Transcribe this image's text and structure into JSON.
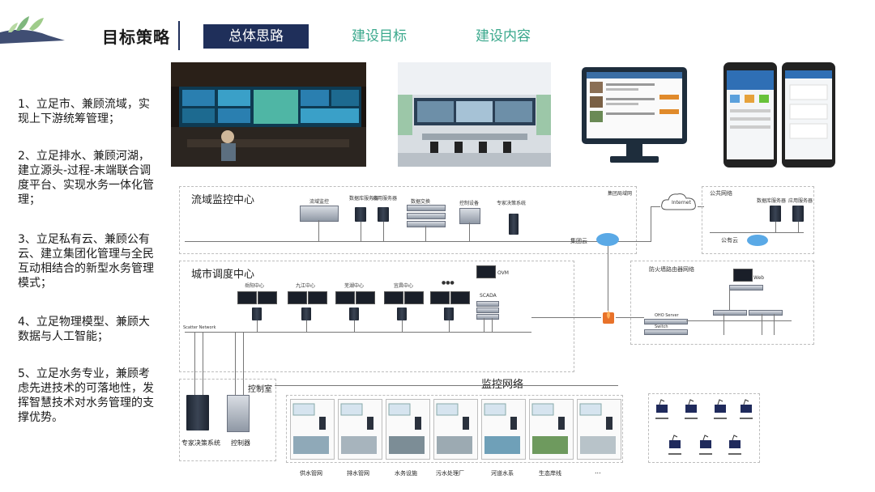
{
  "header": {
    "title": "目标策略",
    "tabs": [
      "总体思路",
      "建设目标",
      "建设内容"
    ]
  },
  "points": [
    "1、立足市、兼顾流域，实现上下游统筹管理；",
    "2、立足排水、兼顾河湖，建立源头-过程-末端联合调度平台、实现水务一体化管理；",
    "3、立足私有云、兼顾公有云、建立集团化管理与全民互动相结合的新型水务管理模式；",
    "4、立足物理模型、兼顾大数据与人工智能；",
    "5、立足水务专业，兼顾考虑先进技术的可落地性，发挥智慧技术对水务管理的支撑优势。"
  ],
  "diagram": {
    "basin": {
      "title": "流域监控中心",
      "lan": "集团局域网",
      "items": [
        "流域监控",
        "数据库服务器",
        "应用服务器",
        "数据交换",
        "控制设备",
        "专家决策系统"
      ],
      "cloud": "集团云"
    },
    "internet": "Internet",
    "public": {
      "title": "公共网络",
      "items": [
        "数据库服务器",
        "应用服务器"
      ],
      "cloud": "公有云"
    },
    "city": {
      "title": "城市调度中心",
      "centers": [
        "岳阳中心",
        "九江中心",
        "芜湖中心",
        "宜昌中心",
        "●●●"
      ],
      "labels": [
        "Scatter Network",
        "SCADA",
        "OVM"
      ]
    },
    "firewall": {
      "title": "防火墙路由器网络",
      "labels": [
        "Web",
        "OHO Server",
        "Switch"
      ]
    },
    "control_room": {
      "title": "控制室",
      "items": [
        "专家决策系统",
        "控制器"
      ]
    },
    "monitor": {
      "title": "监控网络",
      "items": [
        "供水管网",
        "排水管网",
        "水务设施",
        "污水处理厂",
        "河道水系",
        "生态岸线",
        "..."
      ]
    }
  }
}
